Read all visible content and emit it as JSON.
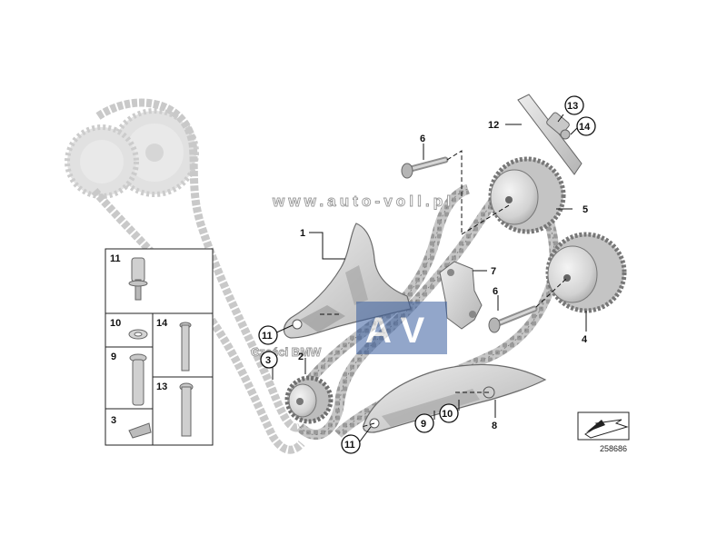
{
  "diagram": {
    "part_labels": {
      "p1": "1",
      "p2": "2",
      "p3": "3",
      "p4": "4",
      "p5": "5",
      "p6a": "6",
      "p6b": "6",
      "p7": "7",
      "p8": "8",
      "p9": "9",
      "p10": "10",
      "p11a": "11",
      "p11b": "11",
      "p12": "12",
      "p13": "13",
      "p14": "14"
    },
    "legend": {
      "c11": "11",
      "c10": "10",
      "c14": "14",
      "c9": "9",
      "c13": "13",
      "c3": "3"
    },
    "watermark_url": "www.auto-voll.pl",
    "watermark_sub": "Części BMW",
    "watermark_logo": "A V",
    "reference_number": "258686",
    "colors": {
      "part_fill": "#e4e4e4",
      "part_dark": "#8c8c8c",
      "chain_fill": "#c2c2c2",
      "chain_dark": "#6e6e6e",
      "ghost": "#d6d6d6",
      "logo_blue": "#3a5fa0"
    }
  }
}
